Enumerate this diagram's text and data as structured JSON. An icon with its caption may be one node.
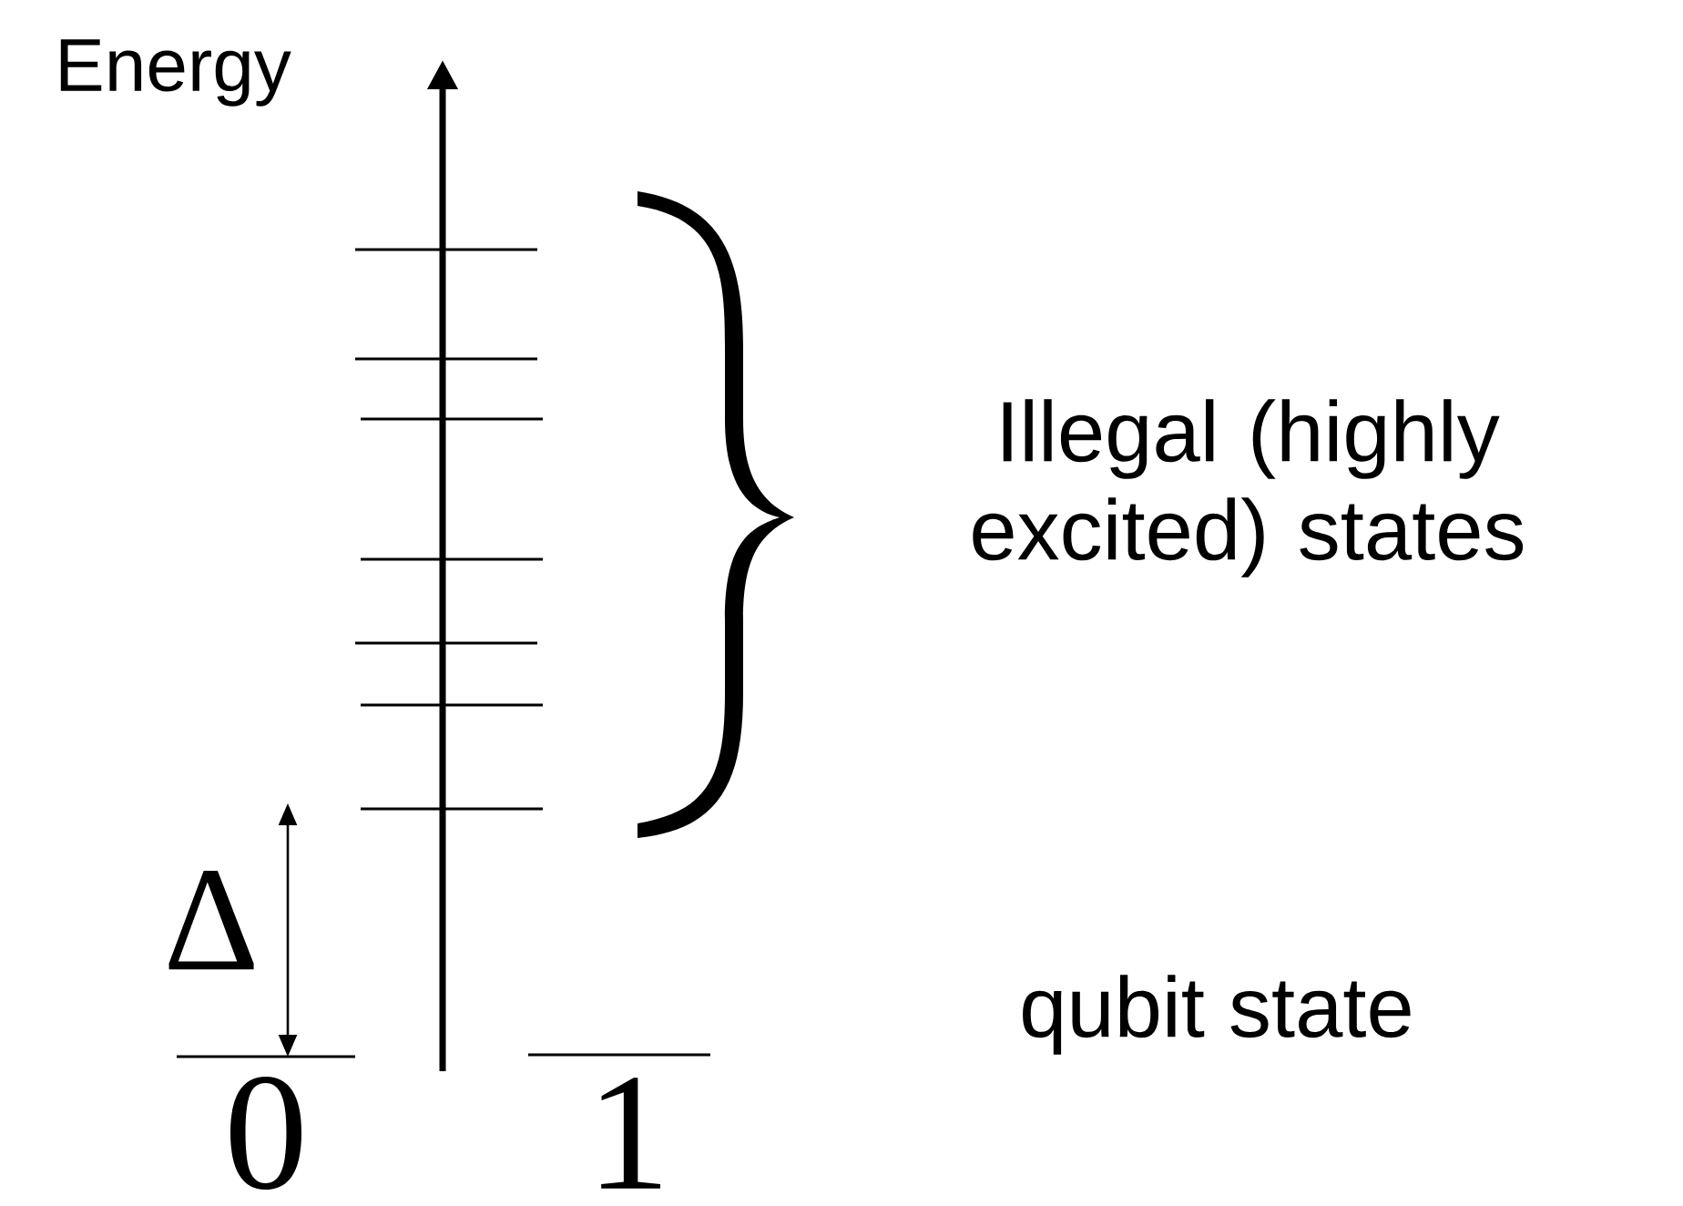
{
  "diagram": {
    "nodes": [
      {
        "text": [],
        "shape": "brace"
      }
    ],
    "labels": [
      "Energy",
      "Illegal (highly excited) states",
      "Δ",
      "qubit state",
      "0",
      "1"
    ]
  }
}
